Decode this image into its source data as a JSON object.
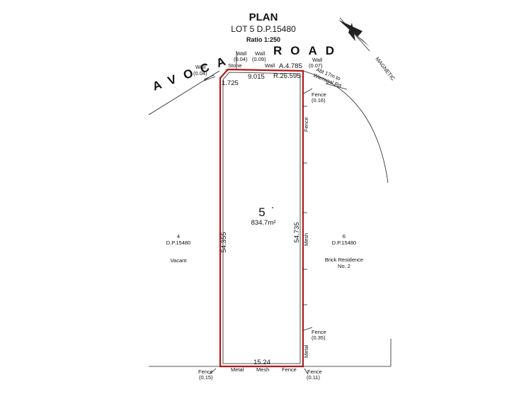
{
  "title": "PLAN",
  "subtitle": "LOT 5 D.P.15480",
  "ratio": "Ratio 1:250",
  "road": {
    "word1": "AVOCA",
    "word2": "ROAD"
  },
  "magnetic": "MAGNETIC",
  "lot": {
    "number": "5",
    "area": "834.7m²"
  },
  "dimensions": {
    "chamfer": "1.725",
    "frontage": "9.015",
    "arc_length": "A.4.785",
    "arc_radius": "R.26.595",
    "west": "54.355",
    "east": "54.735",
    "rear": "15.24"
  },
  "front_labels": {
    "wall_left": "Wall",
    "wall_left_offset": "(0.04)",
    "wall_mid": "Wall",
    "wall_mid_offset": "(0.04)",
    "stone": "Stone",
    "wall_mid2": "Wall",
    "wall_mid2_offset": "(0.09)",
    "wall_word": "Wall",
    "wall_right": "Wall",
    "wall_right_offset": "(0.07)",
    "abt_line1": "Abt 17m to",
    "abt_line2": "Warragal Rd"
  },
  "east_labels": {
    "fence_top": "Fence",
    "fence_top_offset": "(0.16)",
    "fence_word": "Fence",
    "mesh_word": "Mesh",
    "fence_low": "Fence",
    "fence_low_offset": "(0.35)",
    "metal_word": "Metal"
  },
  "rear_labels": {
    "fence_left": "Fence",
    "fence_left_offset": "(0.15)",
    "metal": "Metal",
    "mesh": "Mesh",
    "fence_mid": "Fence",
    "fence_right": "Fence",
    "fence_right_offset": "(0.11)"
  },
  "neighbours": {
    "west": {
      "number": "4",
      "dp": "D.P.15480",
      "status": "Vacant"
    },
    "east": {
      "number": "6",
      "dp": "D.P.15480",
      "status_line1": "Brick Residence",
      "status_line2": "No. 2"
    }
  }
}
